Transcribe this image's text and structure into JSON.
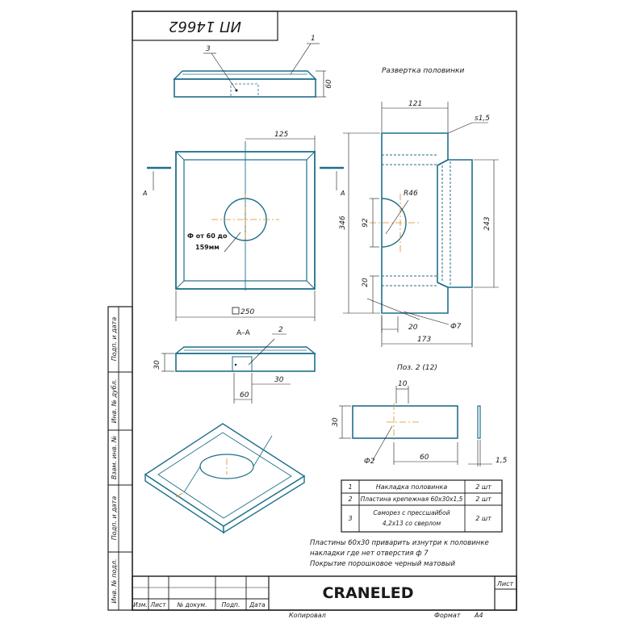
{
  "document": {
    "number": "ИП 14662",
    "title_block": {
      "company": "CRANELED",
      "sheet_label": "Лист",
      "columns": [
        "Изм.",
        "Лист",
        "№ докум.",
        "Подп.",
        "Дата"
      ],
      "copied_label": "Копировал",
      "format_label": "Формат",
      "format_value": "А4"
    },
    "side_stamp": [
      "Подп. и дата",
      "Инв. № дубл.",
      "Взам. инв. №",
      "Подп. и дата",
      "Инв. № подл."
    ]
  },
  "views": {
    "unfold_title": "Развертка половинки",
    "section_label": "А–А",
    "section_arrow": "А",
    "pos2_title": "Поз. 2 (12)",
    "callouts": [
      "1",
      "2",
      "3"
    ],
    "dims": {
      "top_height": "60",
      "half_width": "125",
      "square": "250",
      "hole_text_1": "Ф от 60 до",
      "hole_text_2": "159мм",
      "sec_height": "30",
      "sec_plate_w": "60",
      "sec_plate_off": "30",
      "unfold_width": "121",
      "thickness": "s1,5",
      "radius": "R46",
      "hole_height": "92",
      "total_height": "346",
      "right_height": "243",
      "bottom_20_v": "20",
      "bottom_20_h": "20",
      "hole_d7": "Ф7",
      "total_width": "173",
      "pos2_10": "10",
      "pos2_30": "30",
      "pos2_60": "60",
      "pos2_d2": "Ф2",
      "pos2_t": "1,5"
    }
  },
  "bom": [
    {
      "pos": "1",
      "name": "Накладка половинка",
      "qty": "2 шт"
    },
    {
      "pos": "2",
      "name": "Пластина крепежная 60х30х1,5",
      "qty": "2 шт"
    },
    {
      "pos": "3",
      "name_1": "Саморез с прессшайбой",
      "name_2": "4,2х13 со сверлом",
      "qty": "2 шт"
    }
  ],
  "notes": [
    "Пластины 60х30 приварить изнутри к половинке",
    "накладки где нет отверстия ф 7",
    "Покрытие порошковое черный матовый"
  ]
}
